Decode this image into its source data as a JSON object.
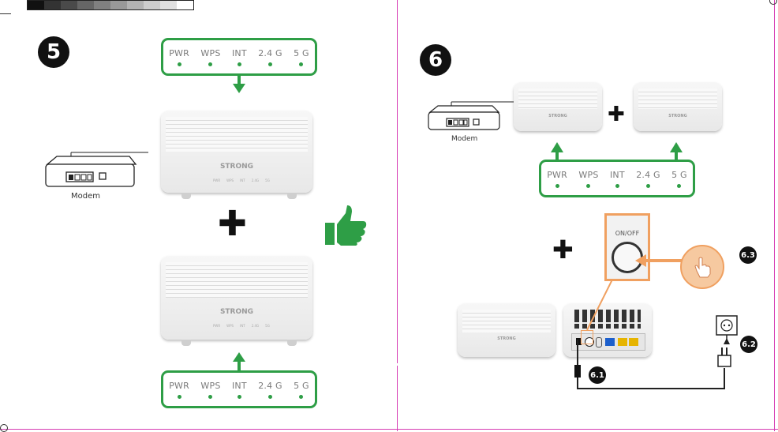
{
  "colors": {
    "accent_green": "#2e9e46",
    "guide_pink": "#d63bb3",
    "highlight_orange": "#f0a060",
    "step_badge": "#111111"
  },
  "calibration_bar": [
    "#111111",
    "#333333",
    "#4a4a4a",
    "#666666",
    "#808080",
    "#999999",
    "#b3b3b3",
    "#cccccc",
    "#e0e0e0",
    "#ffffff"
  ],
  "step5": {
    "number": "5",
    "led_labels": [
      "PWR",
      "WPS",
      "INT",
      "2.4 G",
      "5 G"
    ],
    "modem_label": "Modem",
    "router_brand": "STRONG",
    "router_led_text": [
      "PWR",
      "WPS",
      "INT",
      "2.4G",
      "5G"
    ],
    "plus": "✚",
    "thumb_icon": "thumbs-up-icon"
  },
  "step6": {
    "number": "6",
    "led_labels": [
      "PWR",
      "WPS",
      "INT",
      "2.4 G",
      "5 G"
    ],
    "modem_label": "Modem",
    "router_brand": "STRONG",
    "plus": "✚",
    "switch_label": "ON/OFF",
    "substeps": [
      "6.1",
      "6.2",
      "6.3"
    ]
  }
}
